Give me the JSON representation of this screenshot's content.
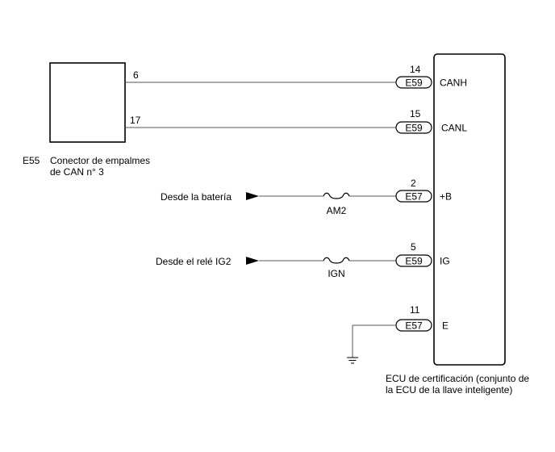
{
  "splice_connector": {
    "code": "E55",
    "label_line1": "Conector de empalmes",
    "label_line2": "de CAN n° 3",
    "pin_canh": "6",
    "pin_canl": "17"
  },
  "ecu": {
    "label_line1": "ECU de certificación (conjunto de",
    "label_line2": "la ECU de la llave inteligente)"
  },
  "terminals": [
    {
      "pin": "14",
      "connector": "E59",
      "name": "CANH"
    },
    {
      "pin": "15",
      "connector": "E59",
      "name": "CANL"
    },
    {
      "pin": "2",
      "connector": "E57",
      "name": "+B"
    },
    {
      "pin": "5",
      "connector": "E59",
      "name": "IG"
    },
    {
      "pin": "11",
      "connector": "E57",
      "name": "E"
    }
  ],
  "sources": {
    "battery": "Desde la batería",
    "ig2_relay": "Desde el relé IG2"
  },
  "fuses": {
    "am2": "AM2",
    "ign": "IGN"
  }
}
